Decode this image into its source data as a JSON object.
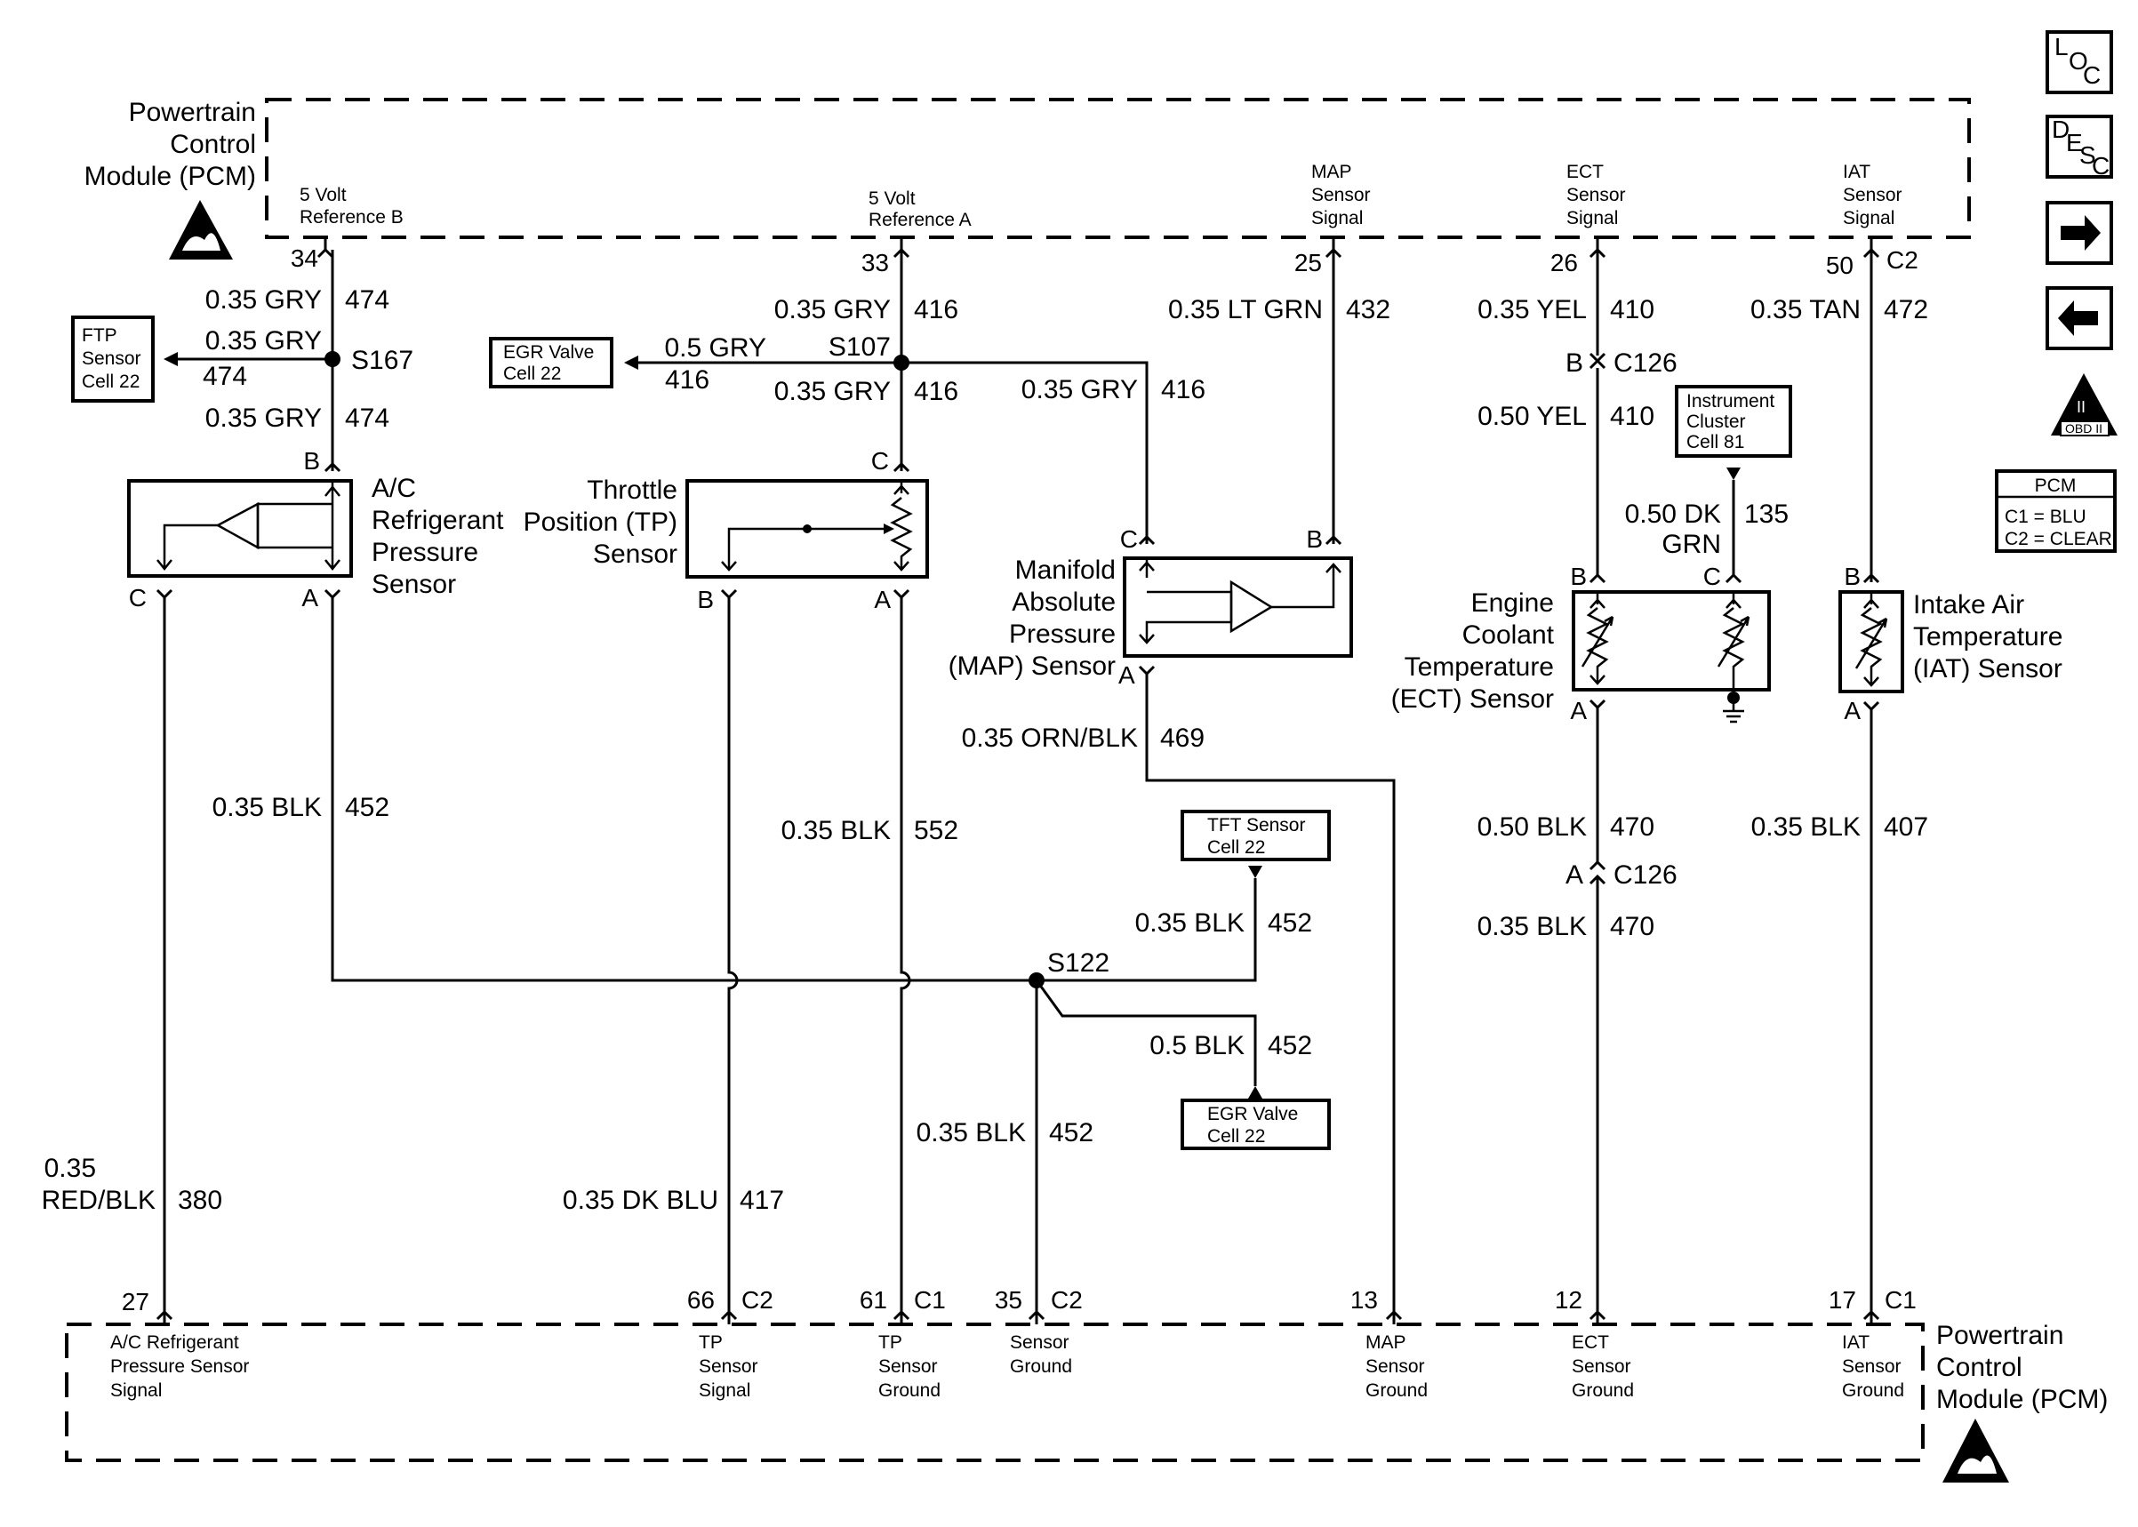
{
  "pcm_top": {
    "label_lines": [
      "Powertrain",
      "Control",
      "Module (PCM)"
    ],
    "pins": [
      {
        "number": "34",
        "desc": [
          "5 Volt",
          "Reference B"
        ]
      },
      {
        "number": "33",
        "desc": [
          "5 Volt",
          "Reference A"
        ]
      },
      {
        "number": "25",
        "desc": [
          "MAP",
          "Sensor",
          "Signal"
        ]
      },
      {
        "number": "26",
        "desc": [
          "ECT",
          "Sensor",
          "Signal"
        ]
      },
      {
        "number": "50",
        "connector": "C2",
        "desc": [
          "IAT",
          "Sensor",
          "Signal"
        ]
      }
    ]
  },
  "pcm_bottom": {
    "label_lines": [
      "Powertrain",
      "Control",
      "Module (PCM)"
    ],
    "pins": [
      {
        "number": "27",
        "desc": [
          "A/C Refrigerant",
          "Pressure Sensor",
          "Signal"
        ]
      },
      {
        "number": "66",
        "connector": "C2",
        "desc": [
          "TP",
          "Sensor",
          "Signal"
        ]
      },
      {
        "number": "61",
        "connector": "C1",
        "desc": [
          "TP",
          "Sensor",
          "Ground"
        ]
      },
      {
        "number": "35",
        "connector": "C2",
        "desc": [
          "Sensor",
          "Ground"
        ]
      },
      {
        "number": "13",
        "desc": [
          "MAP",
          "Sensor",
          "Ground"
        ]
      },
      {
        "number": "12",
        "desc": [
          "ECT",
          "Sensor",
          "Ground"
        ]
      },
      {
        "number": "17",
        "connector": "C1",
        "desc": [
          "IAT",
          "Sensor",
          "Ground"
        ]
      }
    ]
  },
  "wires": {
    "w474": {
      "size": "0.35 GRY",
      "number": "474"
    },
    "w416": {
      "size": "0.35 GRY",
      "size_egr": "0.5 GRY",
      "number": "416"
    },
    "w432": {
      "size": "0.35 LT GRN",
      "number": "432"
    },
    "w410": {
      "size_1": "0.35 YEL",
      "size_2": "0.50 YEL",
      "number": "410"
    },
    "w135": {
      "size_lines": [
        "0.50 DK",
        "GRN"
      ],
      "number": "135"
    },
    "w472": {
      "size": "0.35 TAN",
      "number": "472"
    },
    "w469": {
      "size": "0.35 ORN/BLK",
      "number": "469"
    },
    "w452": {
      "size": "0.35 BLK",
      "size_egr": "0.5 BLK",
      "number": "452"
    },
    "w552": {
      "size": "0.35 BLK",
      "number": "552"
    },
    "w470": {
      "size_1": "0.50 BLK",
      "size_2": "0.35 BLK",
      "number": "470"
    },
    "w407": {
      "size": "0.35 BLK",
      "number": "407"
    },
    "w380": {
      "size_lines": [
        "0.35",
        "RED/BLK"
      ],
      "number": "380"
    },
    "w417": {
      "size": "0.35 DK BLU",
      "number": "417"
    }
  },
  "splices": {
    "s167": "S167",
    "s107": "S107",
    "s122": "S122"
  },
  "connectors": {
    "c126_b": {
      "pin": "B",
      "name": "C126"
    },
    "c126_a": {
      "pin": "A",
      "name": "C126"
    }
  },
  "components": {
    "ac": {
      "label": [
        "A/C",
        "Refrigerant",
        "Pressure",
        "Sensor"
      ],
      "pins": {
        "a": "A",
        "b": "B",
        "c": "C"
      }
    },
    "tp": {
      "label": [
        "Throttle",
        "Position (TP)",
        "Sensor"
      ],
      "pins": {
        "a": "A",
        "b": "B",
        "c": "C"
      }
    },
    "map": {
      "label": [
        "Manifold",
        "Absolute",
        "Pressure",
        "(MAP) Sensor"
      ],
      "pins": {
        "a": "A",
        "b": "B",
        "c": "C"
      }
    },
    "ect": {
      "label": [
        "Engine",
        "Coolant",
        "Temperature",
        "(ECT) Sensor"
      ],
      "pins": {
        "a": "A",
        "b": "B",
        "c": "C"
      }
    },
    "iat": {
      "label": [
        "Intake Air",
        "Temperature",
        "(IAT) Sensor"
      ],
      "pins": {
        "a": "A",
        "b": "B"
      }
    }
  },
  "refs": {
    "ftp": [
      "FTP",
      "Sensor",
      "Cell 22"
    ],
    "egr_top": [
      "EGR Valve",
      "Cell 22"
    ],
    "tft": [
      "TFT Sensor",
      "Cell 22"
    ],
    "egr_bottom": [
      "EGR Valve",
      "Cell 22"
    ],
    "ic": [
      "Instrument",
      "Cluster",
      "Cell 81"
    ]
  },
  "nav": {
    "loc": [
      "L",
      "O",
      "C"
    ],
    "desc": [
      "D",
      "E",
      "S",
      "C"
    ],
    "obd": [
      "II",
      "OBD II"
    ]
  },
  "legend": {
    "title": "PCM",
    "rows": [
      "C1 = BLU",
      "C2 = CLEAR"
    ]
  }
}
